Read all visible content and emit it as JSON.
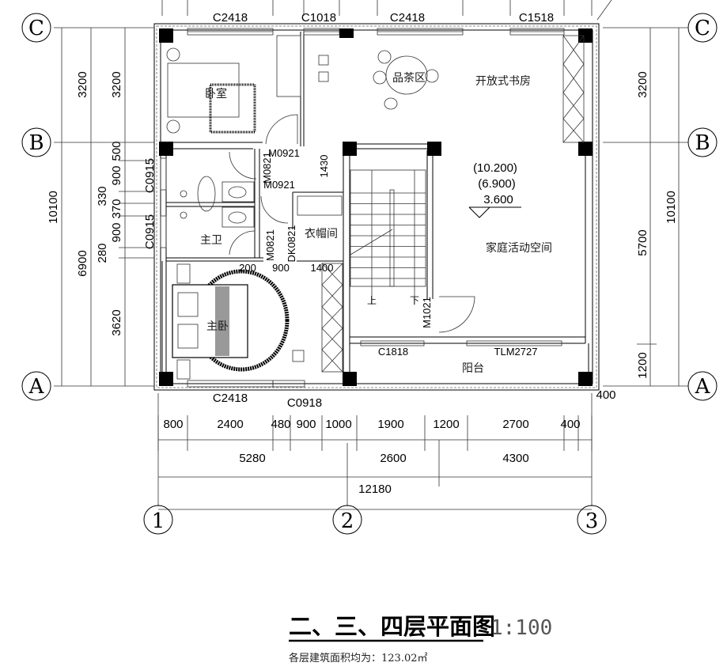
{
  "axes": {
    "rows": [
      "C",
      "B",
      "A"
    ],
    "cols": [
      "1",
      "2",
      "3"
    ]
  },
  "top_windows": [
    "C2418",
    "C1018",
    "C2418",
    "C1518"
  ],
  "bottom_windows": [
    "C2418",
    "C0918"
  ],
  "left_dims": {
    "total": "10100",
    "outer": [
      "3200",
      "6900"
    ],
    "inner": [
      "3200",
      "500",
      "900",
      "330",
      "370",
      "900",
      "280",
      "3620"
    ],
    "windows": [
      "C0915",
      "C0915"
    ]
  },
  "right_dims": {
    "total": "10100",
    "inner": [
      "3200",
      "5700",
      "1200"
    ]
  },
  "bottom_dims": {
    "row1": [
      "800",
      "2400",
      "480",
      "900",
      "1000",
      "1900",
      "1200",
      "2700",
      "400"
    ],
    "row2": [
      "5280",
      "2600",
      "4300"
    ],
    "total": "12180",
    "corner": "400"
  },
  "rooms": {
    "bedroom": "卧室",
    "master_bath": "主卫",
    "closet": "衣帽间",
    "master_bedroom": "主卧",
    "study": "开放式书房",
    "tea_area": "品茶区",
    "family_room": "家庭活动空间",
    "balcony": "阳台"
  },
  "doors": {
    "d1": "M0921",
    "d2": "M0821",
    "d3": "M0921",
    "d4": "M0821",
    "d5": "DK0821",
    "d6": "M1021",
    "w1": "C1818",
    "w2": "TLM2727"
  },
  "inner_dims": {
    "h1430": "1430",
    "d200": "200",
    "d900": "900",
    "d1400": "1400"
  },
  "stairs": {
    "up": "上",
    "down": "下"
  },
  "elevations": [
    "(10.200)",
    "(6.900)",
    "3.600"
  ],
  "title": {
    "main": "二、三、四层平面图",
    "scale": "1:100",
    "subtitle": "各层建筑面积均为：123.02㎡"
  }
}
